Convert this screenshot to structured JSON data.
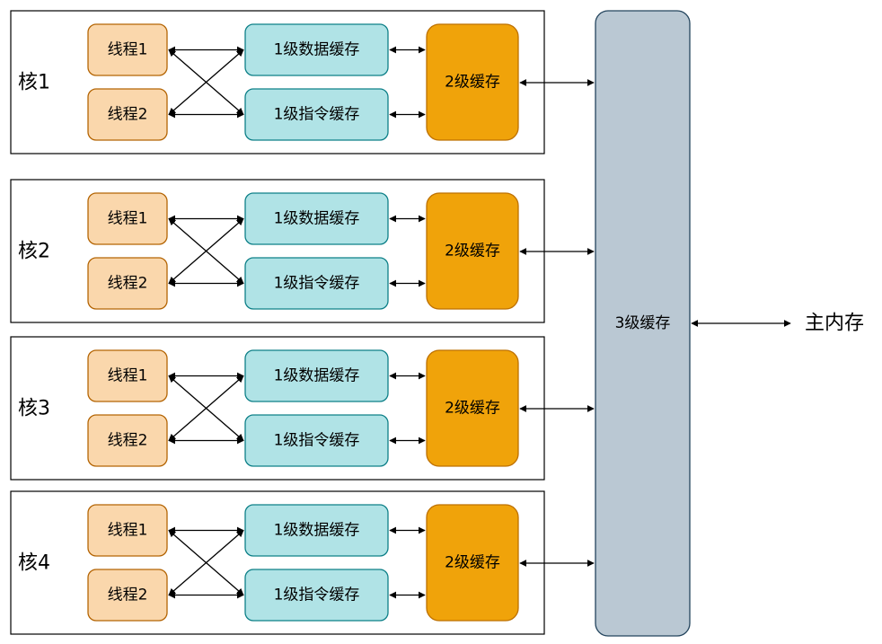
{
  "cores": [
    {
      "label": "核1",
      "threads": [
        "线程1",
        "线程2"
      ],
      "l1": {
        "data": "1级数据缓存",
        "instruction": "1级指令缓存"
      },
      "l2": "2级缓存"
    },
    {
      "label": "核2",
      "threads": [
        "线程1",
        "线程2"
      ],
      "l1": {
        "data": "1级数据缓存",
        "instruction": "1级指令缓存"
      },
      "l2": "2级缓存"
    },
    {
      "label": "核3",
      "threads": [
        "线程1",
        "线程2"
      ],
      "l1": {
        "data": "1级数据缓存",
        "instruction": "1级指令缓存"
      },
      "l2": "2级缓存"
    },
    {
      "label": "核4",
      "threads": [
        "线程1",
        "线程2"
      ],
      "l1": {
        "data": "1级数据缓存",
        "instruction": "1级指令缓存"
      },
      "l2": "2级缓存"
    }
  ],
  "l3": "3级缓存",
  "main_memory": "主内存",
  "colors": {
    "thread_fill": "#fad7ac",
    "thread_stroke": "#b46504",
    "l1_fill": "#b0e3e6",
    "l1_stroke": "#0e8088",
    "l2_fill": "#f0a30a",
    "l2_stroke": "#bd7000",
    "l3_fill": "#bac8d3",
    "l3_stroke": "#23445d",
    "core_stroke": "#000000"
  }
}
